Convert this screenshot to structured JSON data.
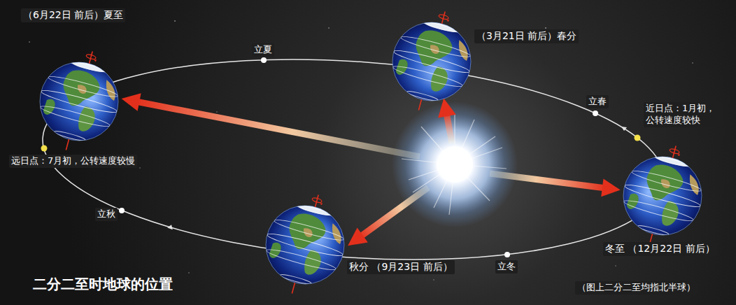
{
  "diagram": {
    "title": "二分二至时地球的位置",
    "nodes": [
      {
        "text": [
          "（6月22日 前后）夏至"
        ]
      },
      {
        "text": [
          "（3月21日 前后）春分"
        ]
      },
      {
        "text": [
          "冬至 （12月22日 前后）"
        ]
      },
      {
        "text": [
          "秋分 （9月23日 前后）"
        ]
      }
    ],
    "labels": [
      "立夏",
      "立春",
      "近日点：1月初， 公转速度较快",
      "远日点：7月初，公转速度较慢",
      "立秋",
      "立冬",
      "（图上二分二至均指北半球）"
    ]
  }
}
